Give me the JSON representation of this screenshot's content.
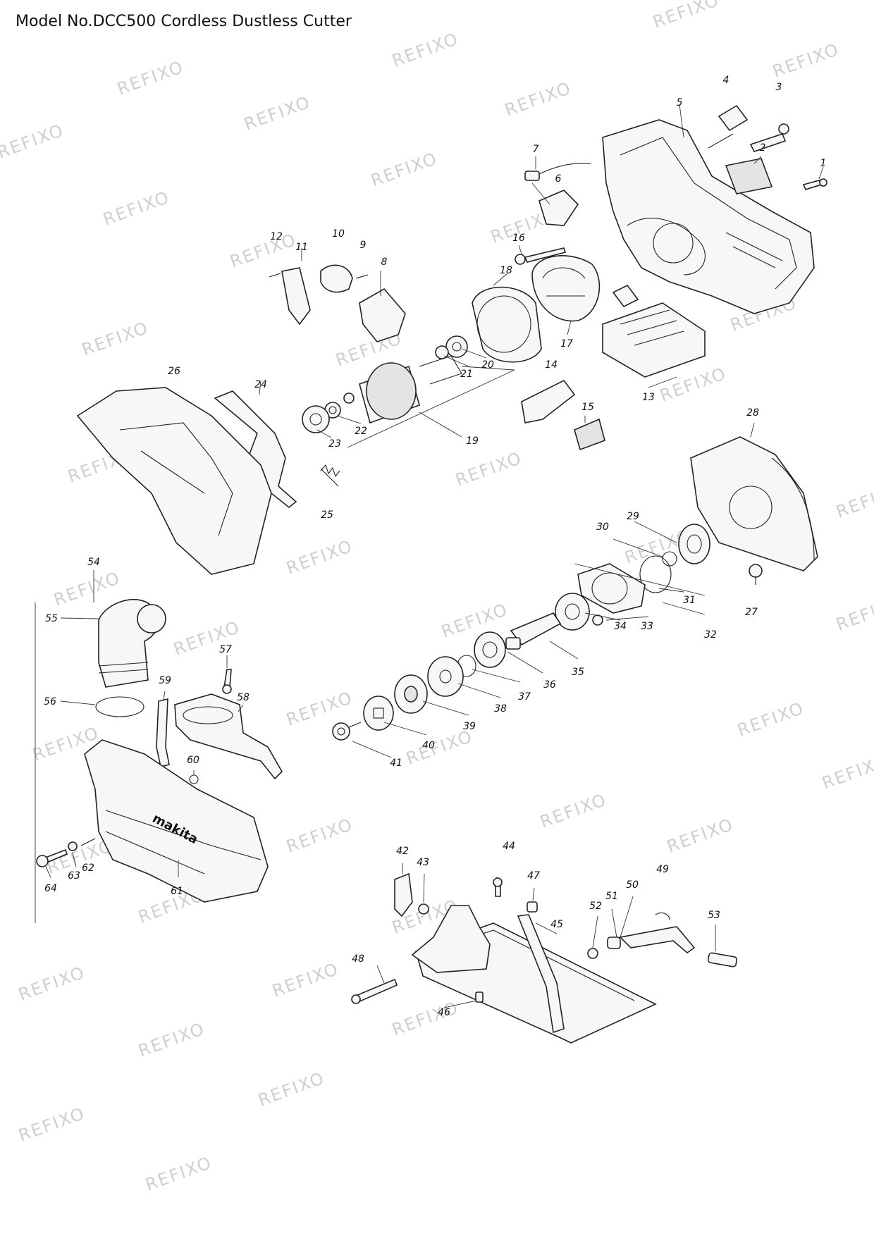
{
  "title": "Model No.DCC500 Cordless Dustless Cutter",
  "watermark": "REFIXO",
  "callouts": [
    "1",
    "2",
    "3",
    "4",
    "5",
    "6",
    "7",
    "8",
    "9",
    "10",
    "11",
    "12",
    "13",
    "14",
    "15",
    "16",
    "17",
    "18",
    "19",
    "20",
    "21",
    "22",
    "23",
    "24",
    "25",
    "26",
    "27",
    "28",
    "29",
    "30",
    "31",
    "32",
    "33",
    "34",
    "35",
    "36",
    "37",
    "38",
    "39",
    "40",
    "41",
    "42",
    "43",
    "44",
    "45",
    "46",
    "47",
    "48",
    "49",
    "50",
    "51",
    "52",
    "53",
    "54",
    "55",
    "56",
    "57",
    "58",
    "59",
    "60",
    "61",
    "62",
    "63",
    "64"
  ],
  "brand_mark": "makita"
}
